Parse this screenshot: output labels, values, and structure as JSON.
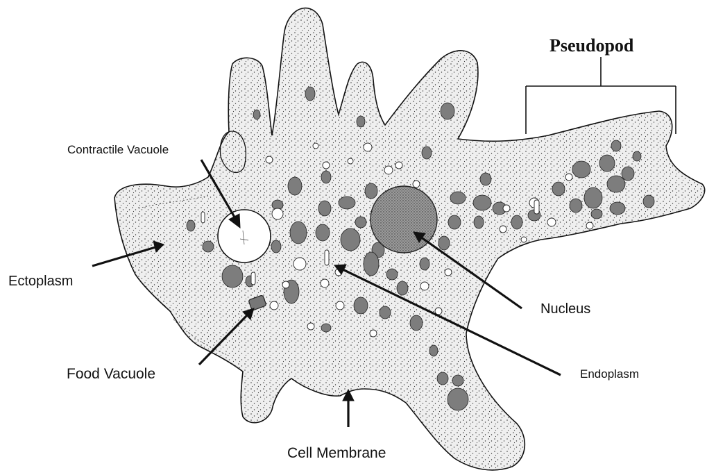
{
  "diagram": {
    "labels": {
      "contractile_vacuole": "Contractile Vacuole",
      "ectoplasm": "Ectoplasm",
      "food_vacuole": "Food Vacuole",
      "cell_membrane": "Cell Membrane",
      "nucleus": "Nucleus",
      "endoplasm": "Endoplasm",
      "pseudopod": "Pseudopod"
    },
    "colors": {
      "ink": "#111111",
      "cell_fill": "#efefef",
      "stipple": "#3a3a3a",
      "organelle": "#7d7d7d",
      "nucleus_fill": "#a9a9a9",
      "vacuole_fill": "#ffffff"
    }
  }
}
